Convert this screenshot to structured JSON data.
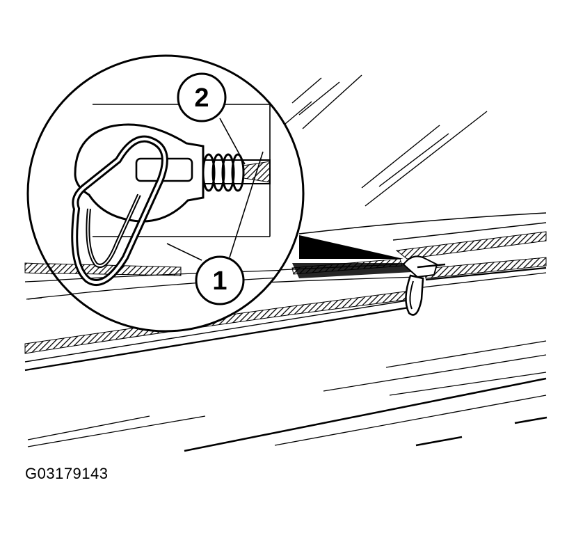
{
  "figure": {
    "id": "G03179143",
    "callouts": [
      {
        "number": "1"
      },
      {
        "number": "2"
      }
    ]
  },
  "colors": {
    "ink": "#000000",
    "paper": "#ffffff"
  }
}
